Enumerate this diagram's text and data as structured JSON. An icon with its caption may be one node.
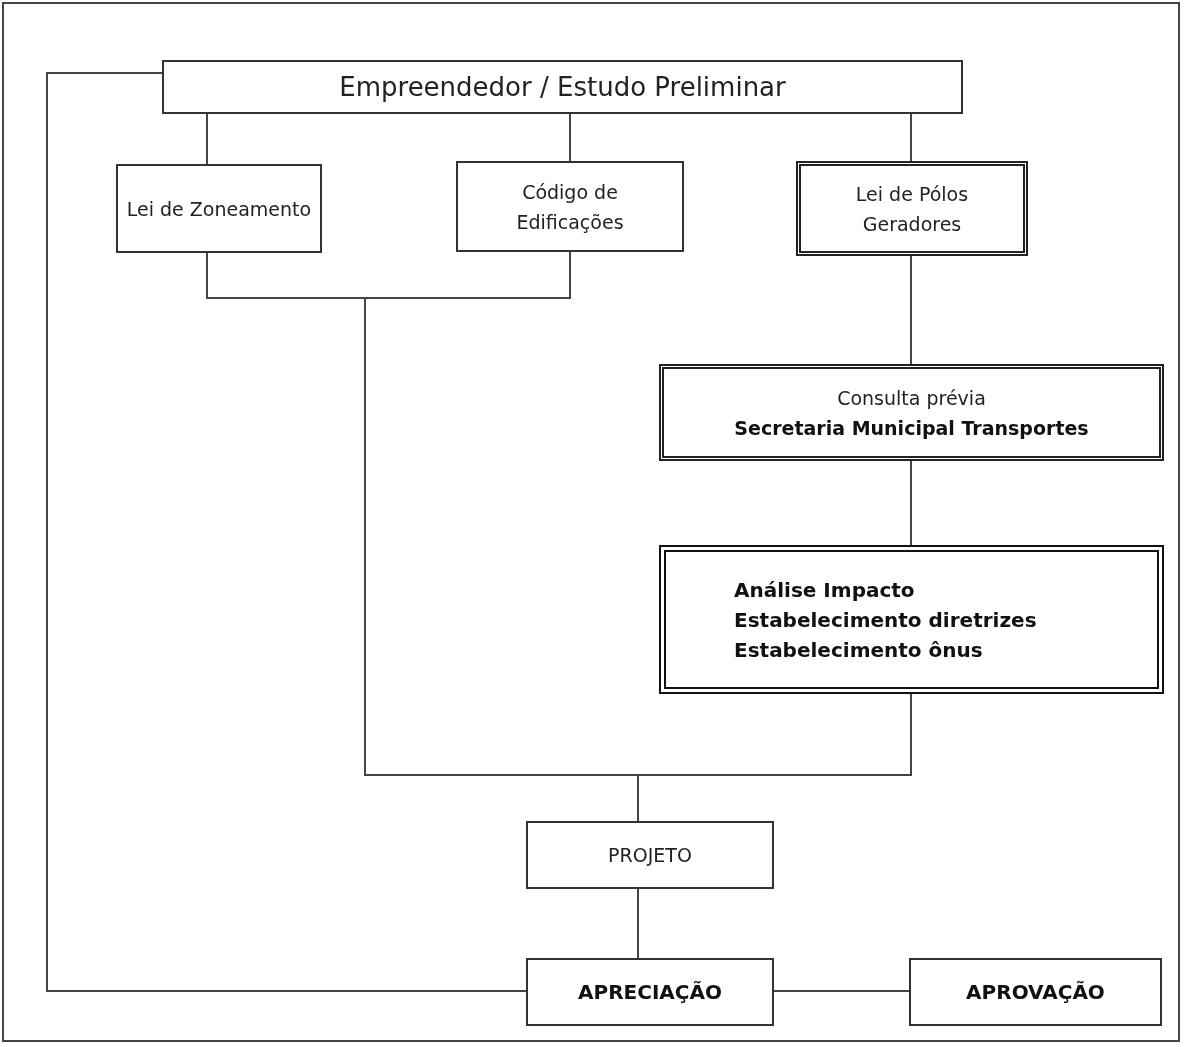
{
  "diagram": {
    "nodes": [
      {
        "text": [
          "Empreendedor / Estudo Preliminar"
        ]
      },
      {
        "text": [
          "Lei de Zoneamento"
        ]
      },
      {
        "text": [
          "Código de Edificações"
        ]
      },
      {
        "text": [
          "Lei de Pólos Geradores"
        ]
      },
      {
        "text": [
          "Consulta prévia",
          "Secretaria Municipal Transportes"
        ]
      },
      {
        "text": [
          "Análise Impacto",
          "Estabelecimento diretrizes",
          "Estabelecimento ônus"
        ]
      },
      {
        "text": [
          "PROJETO"
        ]
      },
      {
        "text": [
          "APRECIAÇÃO"
        ]
      },
      {
        "text": [
          "APROVAÇÃO"
        ]
      }
    ],
    "edges": [
      {
        "from": 0,
        "to": 1,
        "arrow": "none"
      },
      {
        "from": 0,
        "to": 2,
        "arrow": "none"
      },
      {
        "from": 0,
        "to": 3,
        "arrow": "none"
      },
      {
        "from": 1,
        "to": 6,
        "arrow": "none"
      },
      {
        "from": 2,
        "to": 6,
        "arrow": "none"
      },
      {
        "from": 3,
        "to": 4,
        "arrow": "none"
      },
      {
        "from": 4,
        "to": 5,
        "arrow": "none"
      },
      {
        "from": 5,
        "to": 6,
        "arrow": "none"
      },
      {
        "from": 6,
        "to": 7,
        "arrow": "none"
      },
      {
        "from": 0,
        "to": 7,
        "arrow": "none"
      },
      {
        "from": 7,
        "to": 8,
        "arrow": "none"
      }
    ]
  }
}
